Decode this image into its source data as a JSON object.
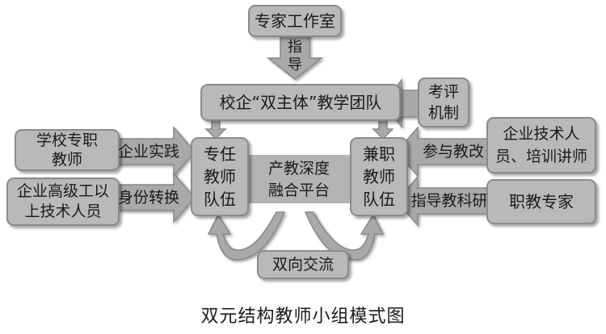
{
  "nodes": {
    "expert_room": "专家工作室",
    "team": "校企“双主体”教学团队",
    "eval": "考评\n机制",
    "school_teacher": "学校专职\n教师",
    "enterprise_staff": "企业高级工以\n上技术人员",
    "full_time": "专任\n教师\n队伍",
    "platform": "产教深度\n融合平台",
    "part_time": "兼职\n教师\n队伍",
    "tech_trainer": "企业技术人\n员、培训讲师",
    "voc_expert": "职教专家"
  },
  "arrow_labels": {
    "guide": "指\n导",
    "practice": "企业实践",
    "identity": "身份转换",
    "reform": "参与教改",
    "research": "指导教科研",
    "exchange": "双向交流"
  },
  "caption": "双元结构教师小组模式图",
  "colors": {
    "box_fill": "#b9b9b9",
    "arrow_fill": "#a9a9a9",
    "border": "#8a8a8a"
  }
}
